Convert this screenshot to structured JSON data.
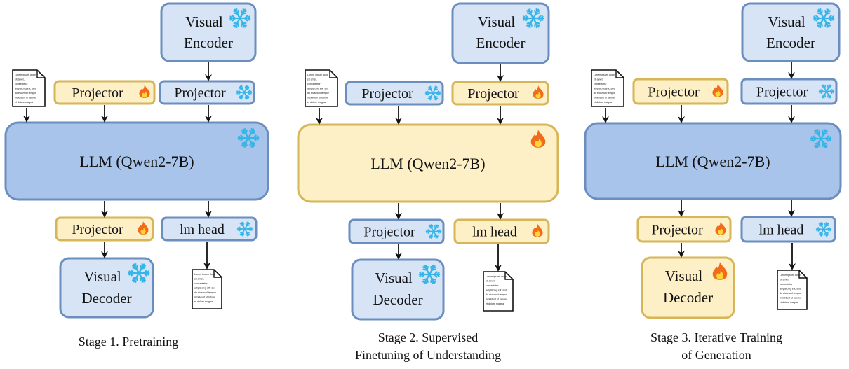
{
  "colors": {
    "frozen_fill": "#d6e4f6",
    "frozen_stroke": "#6c8ebf",
    "llm_frozen_fill": "#a9c4eb",
    "trainable_fill": "#fdefc6",
    "trainable_stroke": "#d6b656",
    "snowflake": "#36b5e8",
    "flame_outer": "#f26b1d",
    "flame_inner": "#fdd835"
  },
  "icons": {
    "frozen": "snowflake-icon",
    "trainable": "flame-icon",
    "text": "document-icon"
  },
  "document_lines": [
    "Lorem ipsum dolor",
    "sit amet,",
    "consectetur",
    "adipisicing elit, sed",
    "do eiusmod tempor",
    "incididunt ut labore",
    "et dolore magna"
  ],
  "stages": [
    {
      "caption": [
        "Stage 1. Pretraining"
      ],
      "visual_encoder": {
        "lines": [
          "Visual",
          "Encoder"
        ],
        "state": "frozen"
      },
      "input_projector_text": {
        "label": "Projector",
        "state": "trainable"
      },
      "input_projector_visual": {
        "label": "Projector",
        "state": "frozen"
      },
      "llm": {
        "label": "LLM (Qwen2-7B)",
        "state": "frozen"
      },
      "output_projector": {
        "label": "Projector",
        "state": "trainable"
      },
      "lm_head": {
        "label": "lm head",
        "state": "frozen"
      },
      "visual_decoder": {
        "lines": [
          "Visual",
          "Decoder"
        ],
        "state": "frozen"
      }
    },
    {
      "caption": [
        "Stage 2. Supervised",
        "Finetuning of Understanding"
      ],
      "visual_encoder": {
        "lines": [
          "Visual",
          "Encoder"
        ],
        "state": "frozen"
      },
      "input_projector_text": {
        "label": "Projector",
        "state": "frozen"
      },
      "input_projector_visual": {
        "label": "Projector",
        "state": "trainable"
      },
      "llm": {
        "label": "LLM (Qwen2-7B)",
        "state": "trainable"
      },
      "output_projector": {
        "label": "Projector",
        "state": "frozen"
      },
      "lm_head": {
        "label": "lm head",
        "state": "trainable"
      },
      "visual_decoder": {
        "lines": [
          "Visual",
          "Decoder"
        ],
        "state": "frozen"
      }
    },
    {
      "caption": [
        "Stage 3.  Iterative Training",
        "of Generation"
      ],
      "visual_encoder": {
        "lines": [
          "Visual",
          "Encoder"
        ],
        "state": "frozen"
      },
      "input_projector_text": {
        "label": "Projector",
        "state": "trainable"
      },
      "input_projector_visual": {
        "label": "Projector",
        "state": "frozen"
      },
      "llm": {
        "label": "LLM (Qwen2-7B)",
        "state": "frozen"
      },
      "output_projector": {
        "label": "Projector",
        "state": "trainable"
      },
      "lm_head": {
        "label": "lm head",
        "state": "frozen"
      },
      "visual_decoder": {
        "lines": [
          "Visual",
          "Decoder"
        ],
        "state": "trainable"
      }
    }
  ]
}
